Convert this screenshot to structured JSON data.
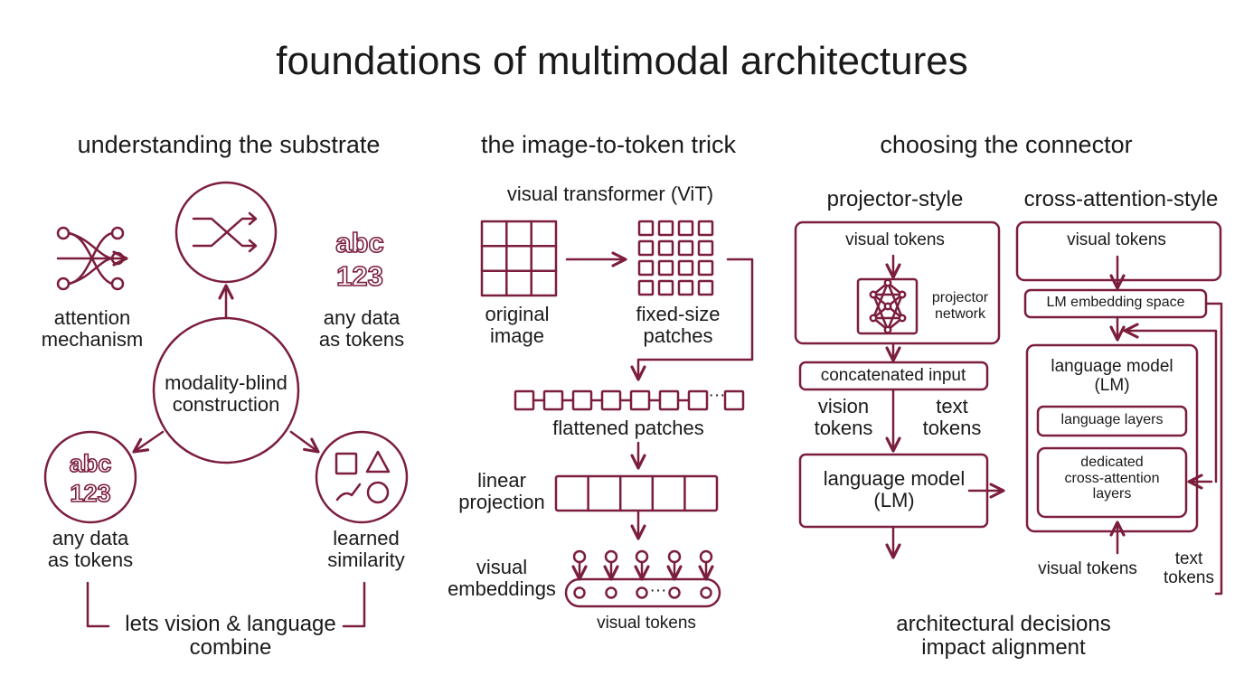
{
  "title": "foundations of multimodal architectures",
  "colors": {
    "accent": "#7b1e3c",
    "text": "#1a1a1a",
    "background": "#ffffff"
  },
  "substrate": {
    "heading": "understanding the substrate",
    "center": "modality-blind\nconstruction",
    "attention": "attention\nmechanism",
    "any_data_top": "any data\nas tokens",
    "any_data_bottom": "any data\nas tokens",
    "learned": "learned\nsimilarity",
    "footer": "lets vision & language\ncombine",
    "glyph_letters": "abc",
    "glyph_digits": "123",
    "icons": [
      "attention-icon",
      "shuffle-icon",
      "shapes-icon"
    ]
  },
  "image_token": {
    "heading": "the image-to-token trick",
    "vit": "visual transformer (ViT)",
    "original": "original\nimage",
    "patches": "fixed-size\npatches",
    "flattened": "flattened patches",
    "linear": "linear\nprojection",
    "embeddings": "visual\nembeddings",
    "visual_tokens": "visual tokens",
    "ellipsis": "···"
  },
  "connector": {
    "heading": "choosing the connector",
    "projector_heading": "projector-style",
    "cross_heading": "cross-attention-style",
    "p_visual_tokens": "visual tokens",
    "p_projector_network": "projector\nnetwork",
    "p_concat": "concatenated input",
    "p_vision_tokens": "vision\ntokens",
    "p_text_tokens": "text\ntokens",
    "p_lm": "language model\n(LM)",
    "c_visual_tokens_top": "visual tokens",
    "c_embedding_space": "LM embedding space",
    "c_lm": "language model\n(LM)",
    "c_language_layers": "language layers",
    "c_cross_layers": "dedicated\ncross-attention\nlayers",
    "c_visual_tokens_bottom": "visual tokens",
    "c_text_tokens": "text\ntokens",
    "footer": "architectural decisions\nimpact alignment"
  }
}
